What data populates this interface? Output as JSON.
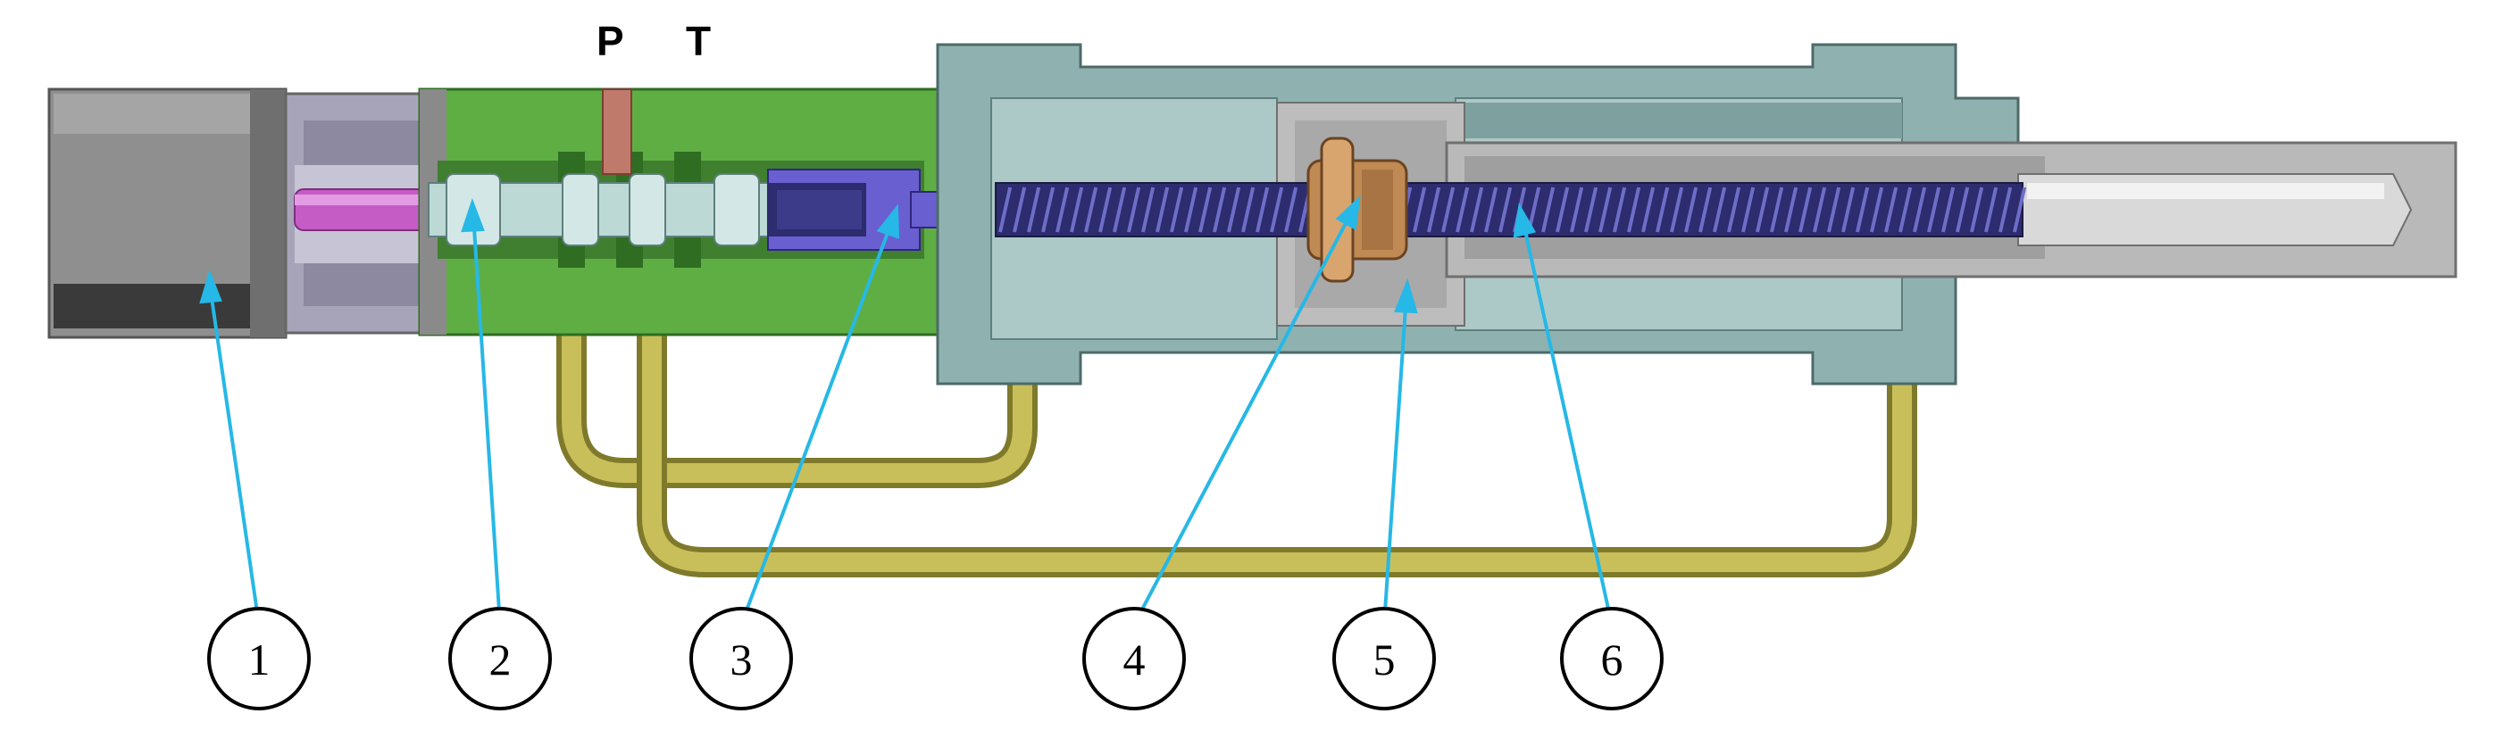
{
  "ports": [
    {
      "id": "P",
      "label": "P"
    },
    {
      "id": "T",
      "label": "T"
    }
  ],
  "callouts": [
    {
      "id": "c1",
      "label": "1"
    },
    {
      "id": "c2",
      "label": "2"
    },
    {
      "id": "c3",
      "label": "3"
    },
    {
      "id": "c4",
      "label": "4"
    },
    {
      "id": "c5",
      "label": "5"
    },
    {
      "id": "c6",
      "label": "6"
    }
  ],
  "colors": {
    "motor": "#8f8f8f",
    "motor_dark": "#3a3a3a",
    "coupling": "#a7a3b8",
    "shaft": "#c55cc6",
    "valve_body": "#5fae44",
    "valve_body_dark": "#2f6d22",
    "spool": "#bcd9d6",
    "pressure_port": "#c07a6c",
    "pipe": "#c9bf5a",
    "pipe_dark": "#7f7a2b",
    "nut": "#5a4fbf",
    "cylinder": "#8fb2b0",
    "cylinder_dark": "#5e7f7e",
    "cylinder_inner": "#acc9c7",
    "piston": "#bdbdbd",
    "rod": "#b9b9b9",
    "screw": "#2c2c6e",
    "bearing": "#c08a55",
    "leader_line": "#26b8e6"
  }
}
